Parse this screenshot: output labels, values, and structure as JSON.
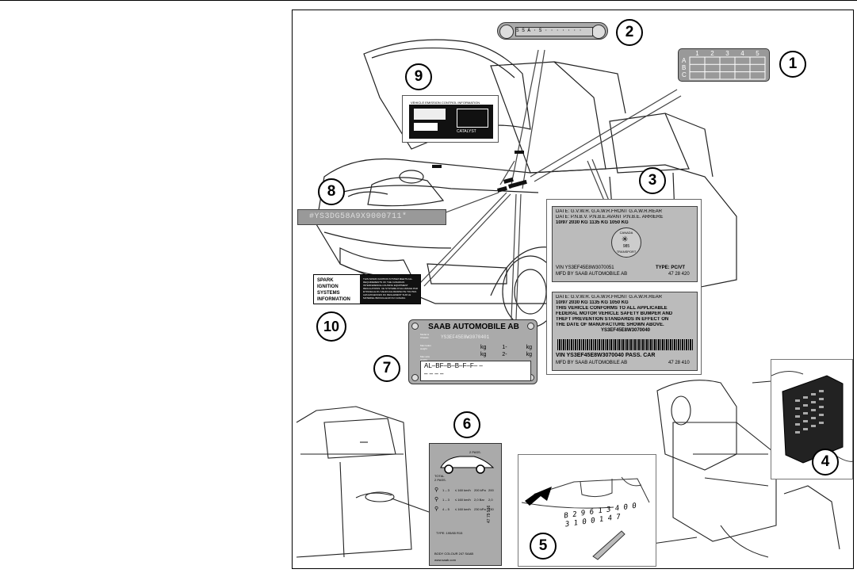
{
  "callouts": [
    "1",
    "2",
    "3",
    "4",
    "5",
    "6",
    "7",
    "8",
    "9",
    "10"
  ],
  "label_grid": {
    "cols": [
      "1",
      "2",
      "3",
      "4",
      "5"
    ],
    "rows": [
      "A",
      "B",
      "C"
    ]
  },
  "label2_text": "  S  S  A  ·  S  ·  ·  ·  ·  ·  ·  ·",
  "label8_text": "#YS3DG58A9X9000711*",
  "spark": {
    "title": [
      "SPARK",
      "IGNITION",
      "SYSTEMS",
      "INFORMATION"
    ],
    "body": "THIS SPARK IGNITION SYSTEM MEETS ALL REQUIREMENTS OF THE CANADIAN INTERFERENCE-CAUSING EQUIPMENT REGULATIONS. CE SYSTEME D'ALLUMAGE PAR ETINCELLE DU VEHICULE RESPECTE TOUTES LES EXIGENCES DU REGLEMENT SUR LE MATERIEL BROUILLEUR DU CANADA."
  },
  "plate3_top": {
    "line1": "DATE:  G.V.W.R.    G.A.W.R.FRONT  G.A.W.R.REAR",
    "line2": "DATE:  P.N.B.V.  P.N.B.E.AVANT   P.N.B.E. ARRIERE",
    "line3": "10/97  2030  KG  1135  KG           1050  KG",
    "seal_top": "CANADA",
    "seal_num": "985",
    "seal_bottom": "TRANSPORT",
    "vin": "VIN  YS3EF45E8W3070051",
    "type": "TYPE: PC/VT",
    "mfd": "MFD BY SAAB AUTOMOBILE AB",
    "code": "47 28 420"
  },
  "plate3_bottom": {
    "line1": "DATE:  G.V.W.R.    G.A.W.R.FRONT  G.A.W.R.REAR",
    "line2": "10/97  2030  KG 1135  KG      1050  KG",
    "line3": "THIS VEHICLE CONFORMS TO ALL APPLICABLE",
    "line4": "FEDERAL MOTOR VEHICLE SAFETY BUMPER AND",
    "line5": "THEFT PREVENTION STANDARDS IN EFFECT ON",
    "line6": "THE DATE OF MANUFACTURE SHOWN ABOVE.",
    "vin_top": "YS3EF45E8W3070040",
    "vin_line": "VIN  YS3EF45E8W3070040  PASS. CAR",
    "mfd": "MFD BY SAAB AUTOMOBILE AB",
    "code": "47 28 410"
  },
  "plate7": {
    "title": "SAAB AUTOMOBILE AB",
    "serial": "YS3EF45E8W3070401",
    "kg": "kg",
    "one": "1-",
    "two": "2-",
    "code": "AL–BF–B–B–F–F– –",
    "code2": "– – – –",
    "side_labels": [
      "Model &",
      "Chassis",
      "Max laden",
      "weight",
      "Max axle",
      "weight"
    ]
  },
  "label9": {
    "header": "VEHICLE EMISSION CONTROL INFORMATION",
    "catalyst": "CATALYST"
  },
  "plate5_text": [
    "B 2 9 6 1 3 4 0 0",
    "3 1 0 0 1 4 7"
  ],
  "plate6": {
    "passengers": "2 PASS.",
    "total": "TOTAL",
    "total2": "2 PASS.",
    "rows": [
      {
        "load": "1 – 3",
        "speed": "≤ 160 km/h",
        "f": "200 kPa",
        "r": "200"
      },
      {
        "load": "1 – 3",
        "speed": "≤ 160 km/h",
        "f": "2,0 Bar",
        "r": "2,0"
      },
      {
        "load": "4 – 5",
        "speed": "≤ 160 km/h",
        "f": "230 kPa",
        "r": "230"
      }
    ],
    "type": "TYPE: 195/65 R15",
    "code": "47 79 936",
    "footer": "BODY COLOUR 247   SAAB",
    "footer2": "www.saab.com"
  },
  "colors": {
    "line": "#000000",
    "grey": "#8a8a8a",
    "plate": "#9a9a9a",
    "dark": "#111111"
  }
}
